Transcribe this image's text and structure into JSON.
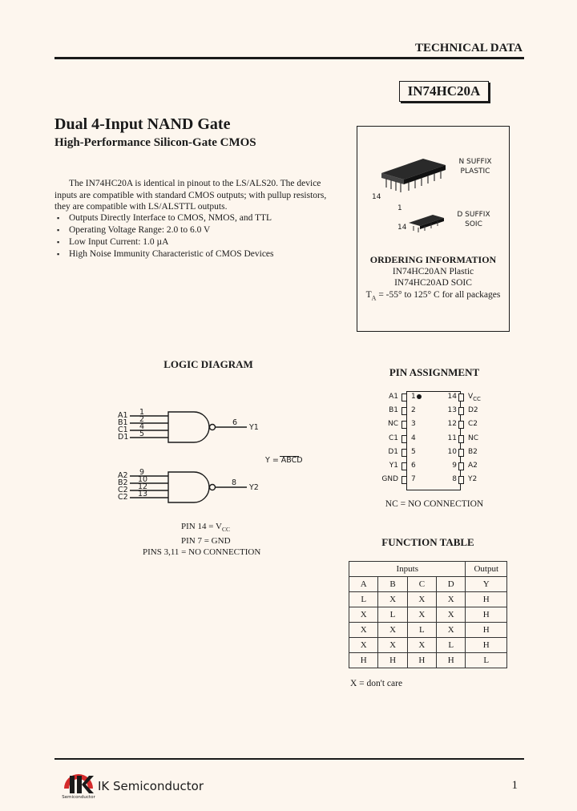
{
  "header": {
    "label": "TECHNICAL DATA",
    "part_number": "IN74HC20A"
  },
  "title": "Dual 4-Input NAND Gate",
  "subtitle": "High-Performance Silicon-Gate CMOS",
  "intro": {
    "line1": "The IN74HC20A is identical in pinout to the LS/ALS20. The device",
    "line2": "inputs are compatible with standard CMOS outputs; with pullup resistors,",
    "line3": "they are compatible with LS/ALSTTL outputs."
  },
  "bullets": [
    "Outputs Directly Interface to CMOS, NMOS, and TTL",
    "Operating Voltage Range: 2.0 to 6.0 V",
    "Low Input Current: 1.0 µA",
    "High Noise Immunity Characteristic of CMOS Devices"
  ],
  "package_box": {
    "n_suffix": "N SUFFIX",
    "plastic": "PLASTIC",
    "d_suffix": "D SUFFIX",
    "soic": "SOIC",
    "pin14_dip": "14",
    "pin1_dip": "1",
    "pin14_soic": "14",
    "ordering_title": "ORDERING INFORMATION",
    "order_1": "IN74HC20AN Plastic",
    "order_2": "IN74HC20AD SOIC",
    "temp_prefix": "T",
    "temp_sub": "A",
    "temp_suffix": " = -55° to 125° C for all packages"
  },
  "logic_diagram": {
    "title": "LOGIC DIAGRAM",
    "gate1_inputs": [
      "A1",
      "B1",
      "C1",
      "D1"
    ],
    "gate1_pins": [
      "1",
      "2",
      "4",
      "5"
    ],
    "gate1_out_pin": "6",
    "gate1_out": "Y1",
    "equation": "Y = ABCD",
    "gate2_inputs": [
      "A2",
      "B2",
      "C2",
      "C2"
    ],
    "gate2_pins": [
      "9",
      "10",
      "12",
      "13"
    ],
    "gate2_out_pin": "8",
    "gate2_out": "Y2",
    "pin14_label": "PIN 14 = V",
    "pin14_sub": "CC",
    "pin7_label": "PIN 7 = GND",
    "pins_nc_label": "PINS 3,11 = NO CONNECTION"
  },
  "pin_assignment": {
    "title": "PIN ASSIGNMENT",
    "left": [
      {
        "name": "A1",
        "num": "1"
      },
      {
        "name": "B1",
        "num": "2"
      },
      {
        "name": "NC",
        "num": "3"
      },
      {
        "name": "C1",
        "num": "4"
      },
      {
        "name": "D1",
        "num": "5"
      },
      {
        "name": "Y1",
        "num": "6"
      },
      {
        "name": "GND",
        "num": "7"
      }
    ],
    "right": [
      {
        "name": "V",
        "sub": "CC",
        "num": "14"
      },
      {
        "name": "D2",
        "num": "13"
      },
      {
        "name": "C2",
        "num": "12"
      },
      {
        "name": "NC",
        "num": "11"
      },
      {
        "name": "B2",
        "num": "10"
      },
      {
        "name": "A2",
        "num": "9"
      },
      {
        "name": "Y2",
        "num": "8"
      }
    ],
    "note": "NC = NO CONNECTION"
  },
  "function_table": {
    "title": "FUNCTION TABLE",
    "inputs_header": "Inputs",
    "output_header": "Output",
    "columns": [
      "A",
      "B",
      "C",
      "D",
      "Y"
    ],
    "rows": [
      [
        "L",
        "X",
        "X",
        "X",
        "H"
      ],
      [
        "X",
        "L",
        "X",
        "X",
        "H"
      ],
      [
        "X",
        "X",
        "L",
        "X",
        "H"
      ],
      [
        "X",
        "X",
        "X",
        "L",
        "H"
      ],
      [
        "H",
        "H",
        "H",
        "H",
        "L"
      ]
    ],
    "note": "X = don't care"
  },
  "footer": {
    "logo_text": "IK",
    "logo_small": "Semiconductor",
    "company": "IK Semiconductor",
    "page_number": "1"
  }
}
